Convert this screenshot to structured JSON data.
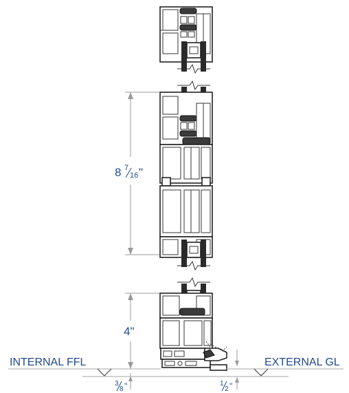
{
  "labels": {
    "internal_ffl": "INTERNAL FFL",
    "external_gl": "EXTERNAL GL"
  },
  "dimensions": {
    "upper_whole": "8",
    "upper_num": "7",
    "upper_den": "16",
    "lower": "4\"",
    "threshold_left_num": "3",
    "threshold_left_den": "8",
    "threshold_right_num": "1",
    "threshold_right_den": "2",
    "inch_mark": "\""
  },
  "colors": {
    "label": "#1f4a8f",
    "dimension_line": "#9a9a9a",
    "profile_stroke": "#222222"
  }
}
